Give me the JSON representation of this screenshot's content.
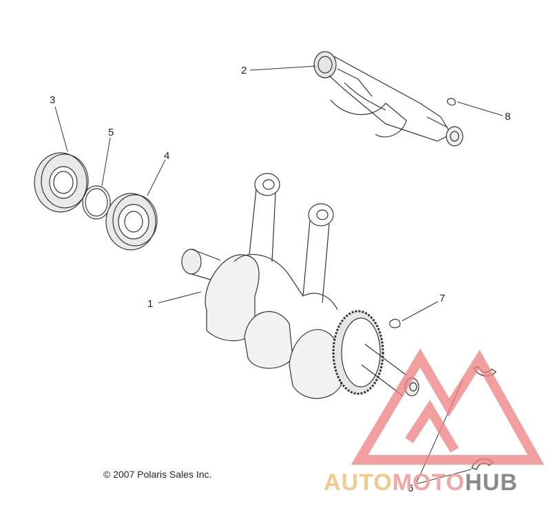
{
  "copyright": "© 2007 Polaris Sales Inc.",
  "callouts": {
    "c1": "1",
    "c2": "2",
    "c3": "3",
    "c4": "4",
    "c5": "5",
    "c6": "6",
    "c7": "7",
    "c8": "8"
  },
  "watermark": {
    "part1": "AUTO",
    "part2": "MOTO",
    "part3": "HUB",
    "colors": {
      "auto": "#f5c98a",
      "moto": "#f3a6a6",
      "hub": "#8a8a8a",
      "triangle": "#ef8080"
    }
  }
}
